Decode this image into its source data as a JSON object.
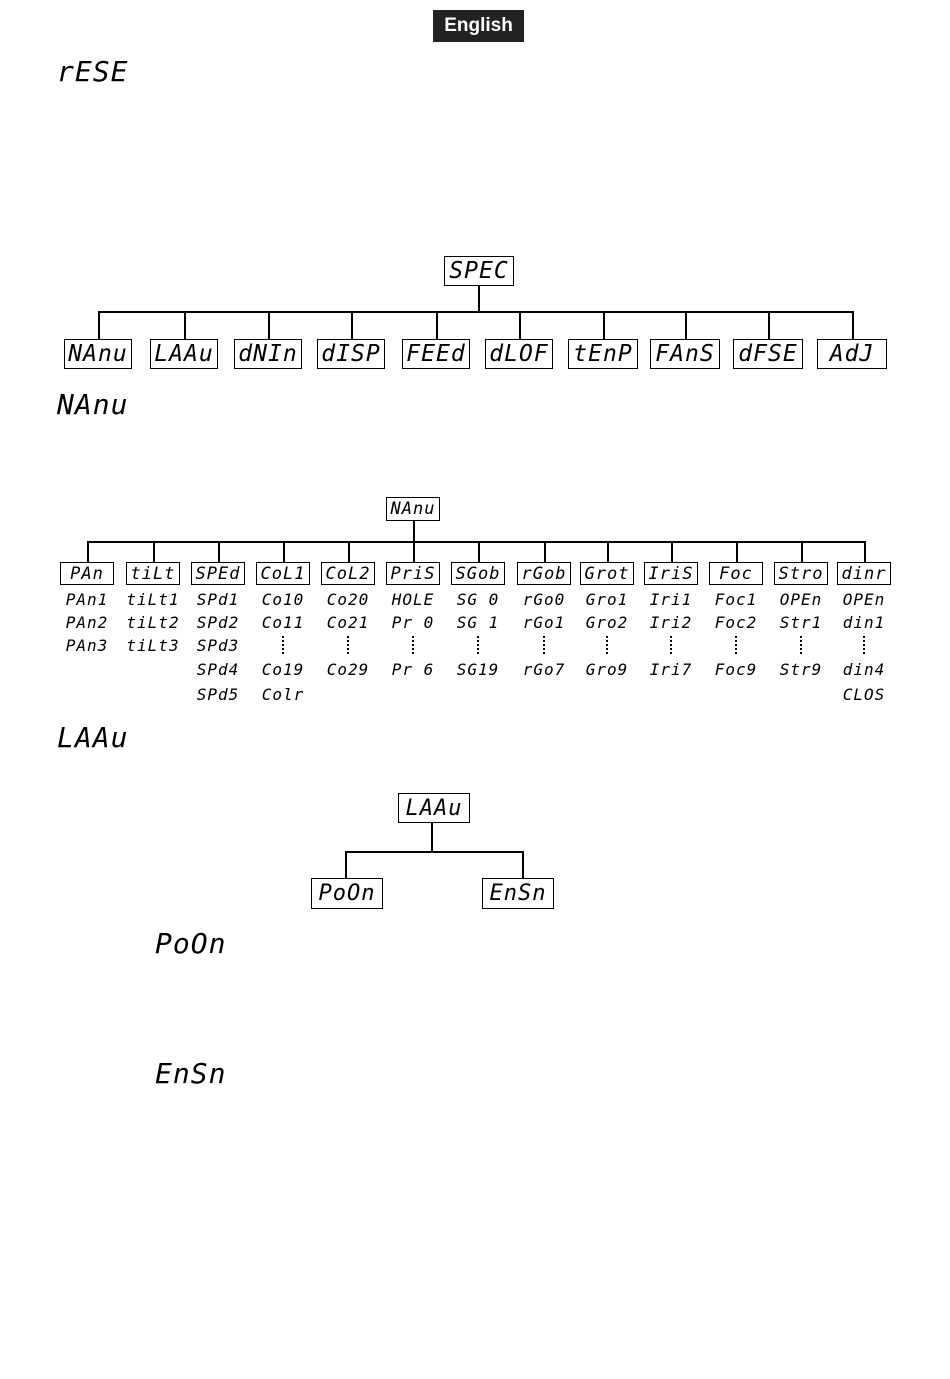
{
  "header": {
    "language": "English"
  },
  "headings": {
    "reset": "rESE",
    "manu": "NAnu",
    "laau": "LAAu",
    "poon": "PoOn",
    "ensn": "EnSn"
  },
  "spec_tree": {
    "root": "SPEC",
    "children": [
      "NAnu",
      "LAAu",
      "dNIn",
      "dISP",
      "FEEd",
      "dLOF",
      "tEnP",
      "FAnS",
      "dFSE",
      "AdJ"
    ]
  },
  "manu_tree": {
    "root": "NAnu",
    "columns": [
      {
        "label": "PAn",
        "items": [
          "PAn1",
          "PAn2",
          "PAn3"
        ]
      },
      {
        "label": "tiLt",
        "items": [
          "tiLt1",
          "tiLt2",
          "tiLt3"
        ]
      },
      {
        "label": "SPEd",
        "items": [
          "SPd1",
          "SPd2",
          "SPd3",
          "SPd4",
          "SPd5"
        ]
      },
      {
        "label": "CoL1",
        "items": [
          "Co10",
          "Co11",
          "",
          "Co19",
          "Colr"
        ]
      },
      {
        "label": "CoL2",
        "items": [
          "Co20",
          "Co21",
          "",
          "Co29"
        ]
      },
      {
        "label": "PriS",
        "items": [
          "HOLE",
          "Pr 0",
          "",
          "Pr 6"
        ]
      },
      {
        "label": "SGob",
        "items": [
          "SG 0",
          "SG 1",
          "",
          "SG19"
        ]
      },
      {
        "label": "rGob",
        "items": [
          "rGo0",
          "rGo1",
          "",
          "rGo7"
        ]
      },
      {
        "label": "Grot",
        "items": [
          "Gro1",
          "Gro2",
          "",
          "Gro9"
        ]
      },
      {
        "label": "IriS",
        "items": [
          "Iri1",
          "Iri2",
          "",
          "Iri7"
        ]
      },
      {
        "label": "Foc",
        "items": [
          "Foc1",
          "Foc2",
          "",
          "Foc9"
        ]
      },
      {
        "label": "Stro",
        "items": [
          "OPEn",
          "Str1",
          "",
          "Str9"
        ]
      },
      {
        "label": "dinr",
        "items": [
          "OPEn",
          "din1",
          "",
          "din4",
          "CLOS"
        ]
      }
    ]
  },
  "laau_tree": {
    "root": "LAAu",
    "children": [
      "PoOn",
      "EnSn"
    ]
  }
}
